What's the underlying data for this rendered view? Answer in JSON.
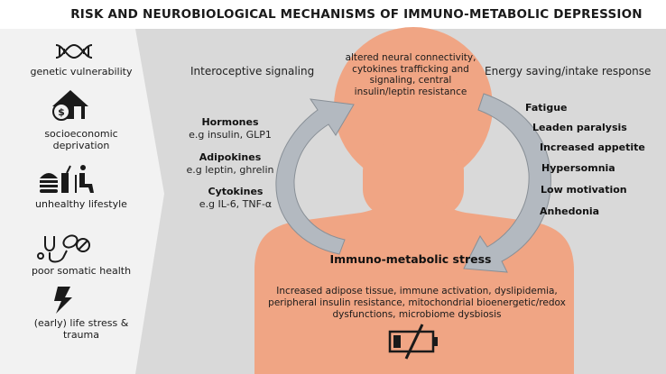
{
  "title": "RISK AND NEUROBIOLOGICAL MECHANISMS OF IMMUNO-METABOLIC DEPRESSION",
  "risk_factors": [
    {
      "icon": "dna-icon",
      "label": "genetic vulnerability"
    },
    {
      "icon": "house-money-icon",
      "label": "socioeconomic deprivation"
    },
    {
      "icon": "junk-food-sedentary-icon",
      "label": "unhealthy lifestyle"
    },
    {
      "icon": "stethoscope-pills-icon",
      "label": "poor somatic health"
    },
    {
      "icon": "lightning-icon",
      "label": "(early) life stress & trauma"
    }
  ],
  "interoceptive": {
    "heading": "Interoceptive signaling",
    "items": [
      {
        "name": "Hormones",
        "detail": "e.g insulin, GLP1"
      },
      {
        "name": "Adipokines",
        "detail": "e.g leptin, ghrelin"
      },
      {
        "name": "Cytokines",
        "detail": "e.g IL-6, TNF-α"
      }
    ]
  },
  "brain_mechanisms": "altered neural connectivity, cytokines trafficking and signaling, central insulin/leptin resistance",
  "energy": {
    "heading": "Energy saving/intake response",
    "symptoms": [
      "Fatigue",
      "Leaden paralysis",
      "Increased appetite",
      "Hypersomnia",
      "Low motivation",
      "Anhedonia"
    ]
  },
  "stress": {
    "title": "Immuno-metabolic stress",
    "description": "Increased adipose tissue, immune activation, dyslipidemia, peripheral insulin resistance, mitochondrial bioenergetic/redox dysfunctions, microbiome dysbiosis",
    "icon": "low-battery-icon"
  },
  "colors": {
    "body": "#f0a584",
    "panel_left": "#f2f2f2",
    "panel_right": "#d9d9d9",
    "arrow": "#b3b9c0",
    "text": "#1a1a1a"
  }
}
